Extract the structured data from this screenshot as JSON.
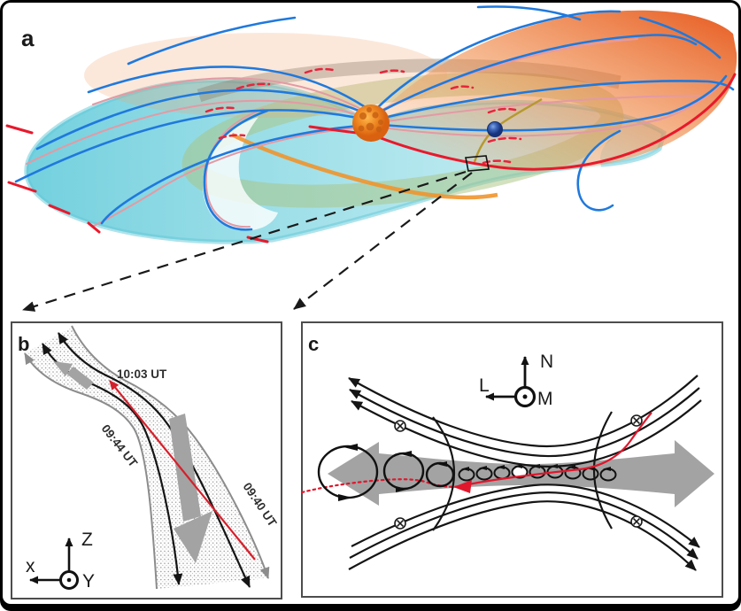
{
  "figure_labels": {
    "a": "a",
    "b": "b",
    "c": "c"
  },
  "panel_b": {
    "time_top": "10:03 UT",
    "time_mid": "09:44 UT",
    "time_bottom": "09:40 UT",
    "axes": {
      "up": "Z",
      "left": "x",
      "out": "Y"
    }
  },
  "panel_c": {
    "axes": {
      "up": "N",
      "left": "L",
      "out": "M"
    }
  },
  "colors": {
    "field_line_blue": "#1f79dd",
    "field_line_pink": "#e39aa4",
    "current_sheet_red": "#e8192c",
    "reconnection_dash_red": "#e8243c",
    "surface_cyan": "#8ed7e2",
    "surface_orange": "#e8621a",
    "orbit_ring_green": "#a9c480",
    "sun_orange": "#ee8722",
    "planet_blue": "#2f55a8",
    "trajectory_olive": "#b5992f",
    "exhaust_gray": "#a3a3a3",
    "frame_black": "#000000",
    "panel_border_gray": "#4d4d4d"
  }
}
